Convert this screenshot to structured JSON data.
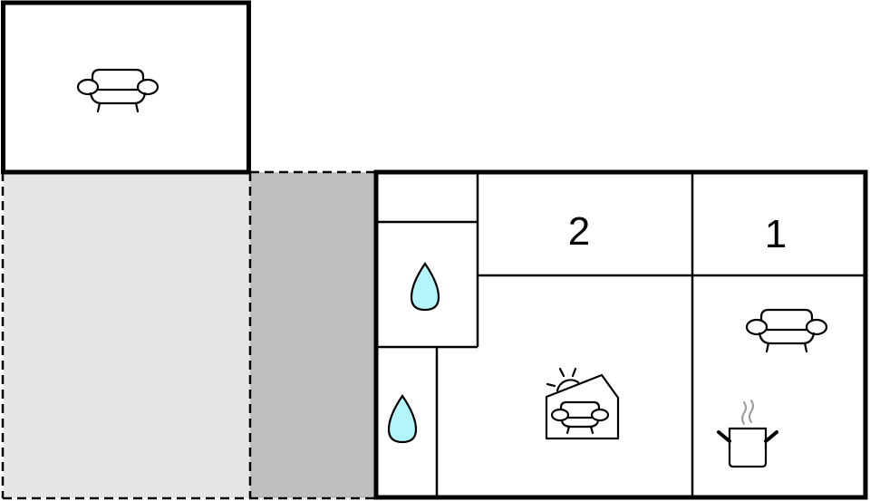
{
  "plan": {
    "colors": {
      "background": "#ffffff",
      "wall": "#000000",
      "terrace_light": "#e5e5e5",
      "terrace_dark": "#bfbfbf",
      "water": "#b3f5fa",
      "steam": "#999999"
    },
    "rooms": [
      {
        "id": "annex-living",
        "icon": "sofa-icon"
      },
      {
        "id": "bedroom-2",
        "label": "2"
      },
      {
        "id": "bedroom-1",
        "label": "1"
      },
      {
        "id": "bathroom-upper",
        "icon": "water-drop-icon"
      },
      {
        "id": "bathroom-lower",
        "icon": "water-drop-icon"
      },
      {
        "id": "living-winter-garden",
        "icon": "sunroom-sofa-icon"
      },
      {
        "id": "living-kitchen",
        "icons": [
          "sofa-icon",
          "cooking-pot-icon"
        ]
      },
      {
        "id": "terrace-open",
        "type": "dashed-outdoor"
      },
      {
        "id": "terrace-covered",
        "type": "dashed-outdoor"
      }
    ],
    "labels": {
      "bedroom_2": "2",
      "bedroom_1": "1"
    }
  }
}
